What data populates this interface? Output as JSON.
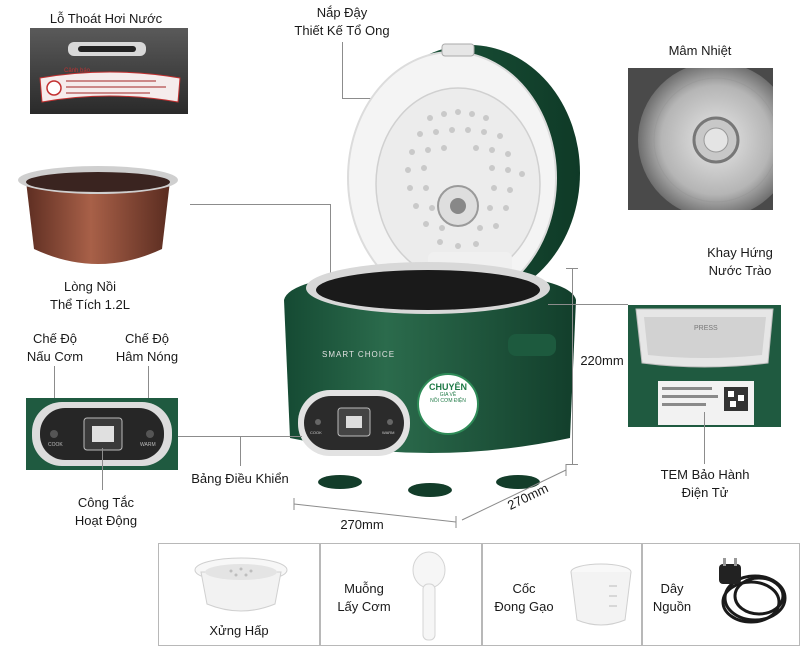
{
  "labels": {
    "steam_vent": "Lỗ Thoát Hơi Nước",
    "lid_line1": "Nắp Đậy",
    "lid_line2": "Thiết Kế Tổ Ong",
    "heating_plate": "Mâm Nhiệt",
    "inner_pot_line1": "Lòng Nồi",
    "inner_pot_line2": "Thể Tích 1.2L",
    "drip_tray_line1": "Khay Hứng",
    "drip_tray_line2": "Nước Trào",
    "cook_mode_line1": "Chế Độ",
    "cook_mode_line2": "Nấu Cơm",
    "warm_mode_line1": "Chế Độ",
    "warm_mode_line2": "Hâm Nóng",
    "control_panel": "Bảng Điều Khiển",
    "switch_line1": "Công Tắc",
    "switch_line2": "Hoạt Động",
    "warranty_line1": "TEM Bảo Hành",
    "warranty_line2": "Điện Tử"
  },
  "dimensions": {
    "height": "220mm",
    "width": "270mm",
    "depth": "270mm"
  },
  "product": {
    "brand": "SMART CHOICE",
    "badge_main": "CHUYÊN",
    "badge_sub1": "GIA VỀ",
    "badge_sub2": "NỒI CƠM ĐIỆN",
    "panel_cook": "COOK",
    "panel_warm": "WARM",
    "vent_warning": "Cảnh báo",
    "tray_text": "PRESS"
  },
  "accessories": [
    {
      "name": "Xửng Hấp"
    },
    {
      "name_line1": "Muỗng",
      "name_line2": "Lấy Cơm"
    },
    {
      "name_line1": "Cốc",
      "name_line2": "Đong Gạo"
    },
    {
      "name_line1": "Dây",
      "name_line2": "Nguồn"
    }
  ],
  "colors": {
    "body_green": "#1f5a40",
    "lid_white": "#f2f2f2",
    "pot_copper": "#8a4a35"
  }
}
